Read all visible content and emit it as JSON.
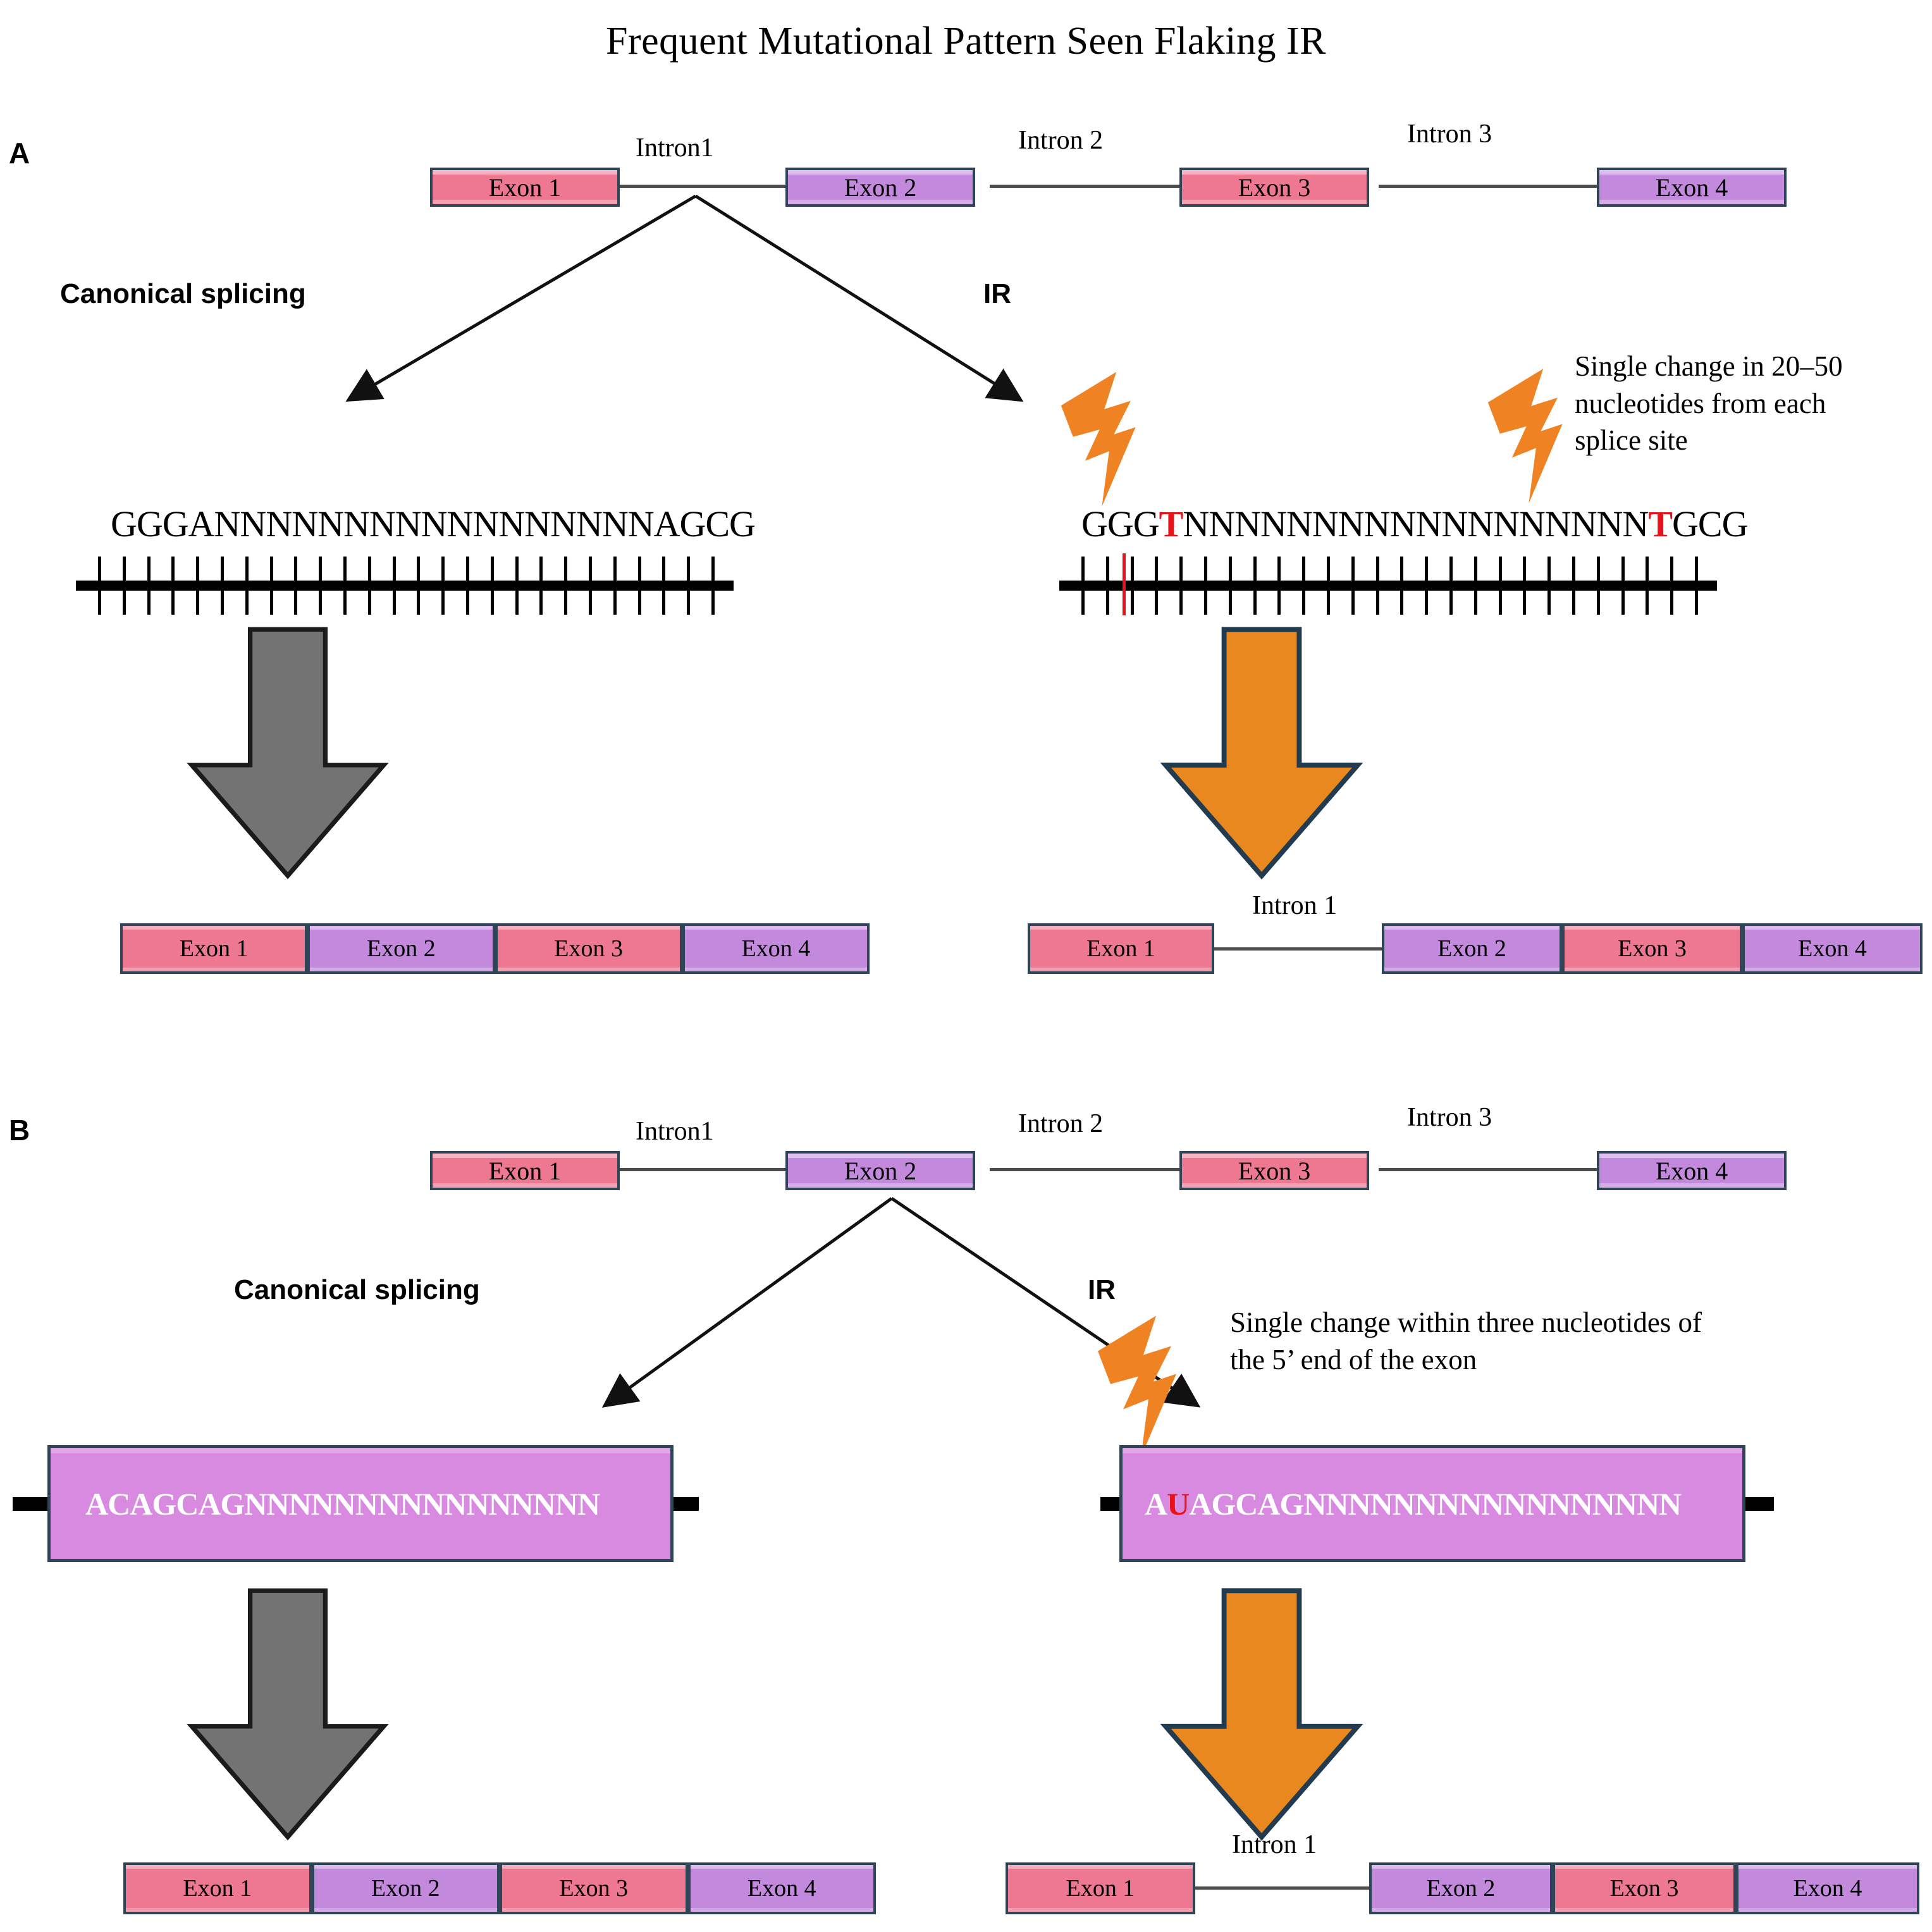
{
  "figure": {
    "title": "Frequent Mutational Pattern Seen Flaking IR"
  },
  "colors": {
    "exon_pink": "#ee7792",
    "exon_purple": "#c389dc",
    "box_border": "#2e4457",
    "mutation_red": "#e8121a",
    "bolt_orange": "#ef8324",
    "arrow_orange": "#e8881e",
    "arrow_gray": "#737373"
  },
  "panel_a": {
    "letter": "A",
    "gene": {
      "exons": [
        {
          "label": "Exon 1",
          "color": "pink"
        },
        {
          "label": "Exon 2",
          "color": "purple"
        },
        {
          "label": "Exon 3",
          "color": "pink"
        },
        {
          "label": "Exon 4",
          "color": "purple"
        }
      ],
      "introns": [
        "Intron1",
        "Intron 2",
        "Intron 3"
      ]
    },
    "left_route_label": "Canonical splicing",
    "right_route_label": "IR",
    "canonical": {
      "sequence": "GGGANNNNNNNNNNNNNNNNNAGCG",
      "tick_count": 26,
      "product": [
        {
          "label": "Exon 1",
          "color": "pink"
        },
        {
          "label": "Exon  2",
          "color": "purple"
        },
        {
          "label": "Exon 3",
          "color": "pink"
        },
        {
          "label": "Exon 4",
          "color": "purple"
        }
      ]
    },
    "ir": {
      "sequence_parts": [
        {
          "text": "GGG",
          "mutated": false
        },
        {
          "text": "T",
          "mutated": true
        },
        {
          "text": "NNNNNNNNNNNNNNNNNN",
          "mutated": false
        },
        {
          "text": "T",
          "mutated": true
        },
        {
          "text": "GCG",
          "mutated": false
        }
      ],
      "tick_count": 26,
      "annotation": [
        "Single change in 20–50",
        "nucleotides   from   each",
        "splice site"
      ],
      "bolt_count": 2,
      "product_intron_label": "Intron 1",
      "product_left": [
        {
          "label": "Exon 1",
          "color": "pink"
        }
      ],
      "product_right": [
        {
          "label": "Exon  2",
          "color": "purple"
        },
        {
          "label": "Exon 3",
          "color": "pink"
        },
        {
          "label": "Exon 4",
          "color": "purple"
        }
      ]
    }
  },
  "panel_b": {
    "letter": "B",
    "gene": {
      "exons": [
        {
          "label": "Exon 1",
          "color": "pink"
        },
        {
          "label": "Exon 2",
          "color": "purple"
        },
        {
          "label": "Exon 3",
          "color": "pink"
        },
        {
          "label": "Exon 4",
          "color": "purple"
        }
      ],
      "introns": [
        "Intron1",
        "Intron 2",
        "Intron 3"
      ]
    },
    "left_route_label": "Canonical splicing",
    "right_route_label": "IR",
    "canonical": {
      "sequence_parts": [
        {
          "text": "ACAGCAGNNNNNNNNNNNNNNNN",
          "mutated": false
        }
      ],
      "product": [
        {
          "label": "Exon 1",
          "color": "pink"
        },
        {
          "label": "Exon  2",
          "color": "purple"
        },
        {
          "label": "Exon 3",
          "color": "pink"
        },
        {
          "label": "Exon 4",
          "color": "purple"
        }
      ]
    },
    "ir": {
      "sequence_parts": [
        {
          "text": "A",
          "mutated": false
        },
        {
          "text": "U",
          "mutated": true
        },
        {
          "text": "AGCAGNNNNNNNNNNNNNNNNN",
          "mutated": false
        }
      ],
      "annotation": [
        "Single change within three nucleotides of",
        "the 5’ end of the exon"
      ],
      "bolt_count": 1,
      "product_intron_label": "Intron 1",
      "product_left": [
        {
          "label": "Exon 1",
          "color": "pink"
        }
      ],
      "product_right": [
        {
          "label": "Exon  2",
          "color": "purple"
        },
        {
          "label": "Exon 3",
          "color": "pink"
        },
        {
          "label": "Exon 4",
          "color": "purple"
        }
      ]
    }
  }
}
